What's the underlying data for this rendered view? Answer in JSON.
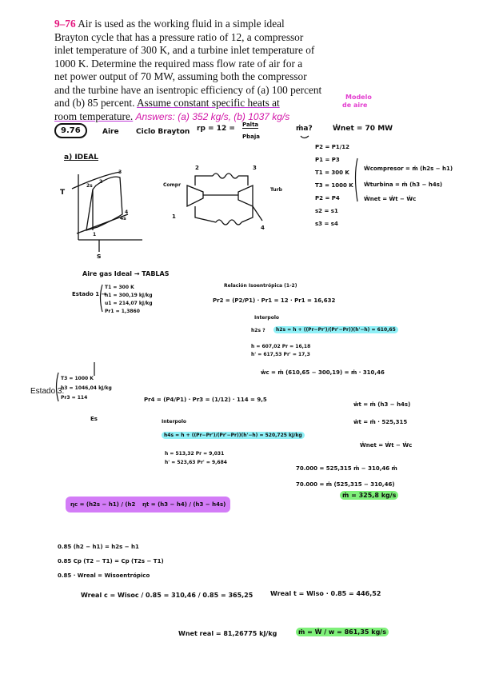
{
  "problem": {
    "number": "9–76",
    "lines": [
      "Air is used as the working fluid in a simple ideal",
      "Brayton cycle that has a pressure ratio of 12, a compressor",
      "inlet temperature of 300 K, and a turbine inlet temperature of",
      "1000 K. Determine the required mass flow rate of air for a",
      "net power output of 70 MW, assuming both the compressor",
      "and the turbine have an isentropic efficiency of (a) 100 percent",
      "and (b) 85 percent."
    ],
    "underlined_1": "Assume constant specific heats at",
    "underlined_2": "room temperature.",
    "answers": "Answers: (a) 352 kg/s, (b) 1037 kg/s",
    "note_line1": "Modelo",
    "note_line2": "de aire"
  },
  "notes": {
    "label": "9.76",
    "aire": "Aire",
    "ciclo": "Ciclo Brayton",
    "rp": "rp = 12 =",
    "palta": "Palta",
    "pbaja": "Pbaja",
    "mdot_q": "ṁa?",
    "wnet": "Ẇnet = 70 MW",
    "ideal": "a) IDEAL",
    "given": [
      "P2 = P1/12",
      "P1 = P3",
      "T1 = 300 K",
      "T3 = 1000 K",
      "P2 = P4",
      "s2 = s1",
      "s3 = s4"
    ],
    "eq_comp": "Ẇcompresor = ṁ (h2s − h1)",
    "eq_turb": "Ẇturbina = ṁ (h3 − h4s)",
    "eq_net": "Ẇnet = Ẇt − Ẇc",
    "ts_T": "T",
    "ts_s": "s",
    "ts_pts": [
      "1",
      "2s",
      "2",
      "3",
      "4s",
      "4"
    ],
    "comp_label": "Compr",
    "turb_label": "Turb",
    "cyc_pts": [
      "1",
      "2",
      "3",
      "4"
    ],
    "aire_gas": "Aire gas Ideal → TABLAS",
    "estado1": "Estado 1 →",
    "e1_vals": [
      "T1 = 300 K",
      "h1 = 300,19 kJ/kg",
      "u1 = 214,07 kJ/kg",
      "Pr1 = 1,3860"
    ],
    "rel_iso": "Relación Isoentrópica (1-2)",
    "pr2_eq": "Pr2 = (P2/P1) · Pr1 = 12 · Pr1 = 16,632",
    "interp1": "Interpolo",
    "h2s_q": "h2s ?",
    "h2s_eq": "h2s = h + ((Pr−Pr')/(Pr'−Pr))(h'−h) = 610,65",
    "interp1_vals": [
      "h = 607,02   Pr = 16,18",
      "h' = 617,53   Pr' = 17,3"
    ],
    "wc": "ẇc = ṁ (610,65 − 300,19) = ṁ · 310,46",
    "estado3": "Estado 3:",
    "e3_vals": [
      "T3 = 1000 K",
      "h3 = 1046,04 kJ/kg",
      "Pr3 = 114"
    ],
    "pr4_eq": "Pr4 = (P4/P1) · Pr3 = (1/12) · 114 = 9,5",
    "es": "Es",
    "interp2": "Interpolo",
    "h4s_eq": "h4s = h + ((Pr−Pr')/(Pr'−Pr))(h'−h) = 520,725 kJ/kg",
    "interp2_vals": [
      "h = 513,32   Pr = 9,031",
      "h' = 523,63   Pr' = 9,684"
    ],
    "wt1": "ẇt = ṁ (h3 − h4s)",
    "wt2": "ẇt = ṁ · 525,315",
    "wnet_eq": "Ẇnet = Ẇt − Ẇc",
    "calc1": "70.000 = 525,315 ṁ − 310,46 ṁ",
    "calc2": "70.000 = ṁ (525,315 − 310,46)",
    "mdot_a": "ṁ = 325,8 kg/s",
    "eta_c": "ηc = (h2s − h1) / (h2 − h1)",
    "eta_t": "ηt = (h3 − h4) / (h3 − h4s)",
    "b1": "0.85 (h2 − h1) = h2s − h1",
    "b2": "0.85 Cp (T2 − T1) = Cp (T2s − T1)",
    "b3": "0.85 · Wreal = Wisoentrópico",
    "wreal_c": "Wreal c = Wisoc / 0.85 = 310,46 / 0.85 = 365,25",
    "wreal_t": "Wreal t = Wiso · 0.85 = 446,52",
    "wnet_real": "Wnet real = 81,26775 kJ/kg",
    "mdot_b": "ṁ = Ẇ / w = 861,35 kg/s"
  },
  "colors": {
    "number": "#e3177e",
    "answers": "#d317a8",
    "cyan": "#8ff0f7",
    "green": "#7ff07a",
    "violet": "#d37cf7"
  }
}
